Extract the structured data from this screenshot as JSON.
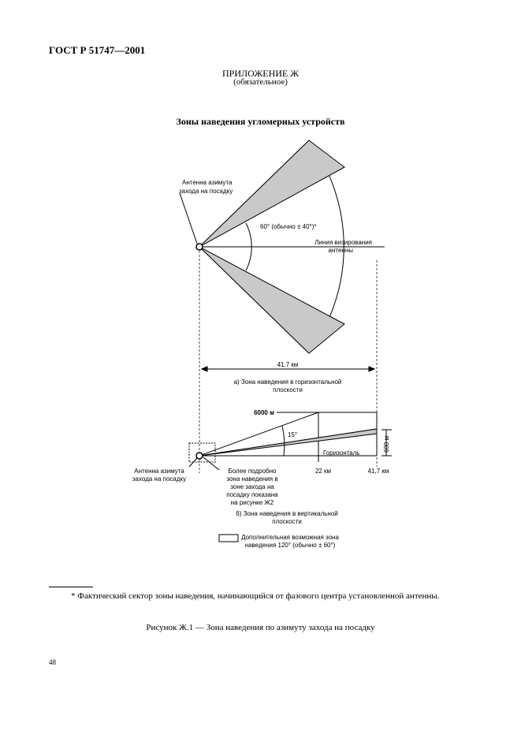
{
  "header": {
    "standard": "ГОСТ Р 51747—2001"
  },
  "appendix": {
    "title": "ПРИЛОЖЕНИЕ Ж",
    "status": "(обязательное)"
  },
  "figure": {
    "title": "Зоны наведения угломерных устройств",
    "top_view": {
      "antenna_label": [
        "Антенна азимута",
        "захода на посадку"
      ],
      "sector_label": "60° (обычно ± 40°)*",
      "centerline_label": [
        "Линия визирования",
        "антенны"
      ],
      "range": "41,7 км",
      "caption": [
        "а) Зона наведения в горизонтальной",
        "плоскости"
      ]
    },
    "side_view": {
      "height_top": "6000 м",
      "angle": "15°",
      "height_low": "600 м",
      "horizon": "Горизонталь",
      "dist_near": "22 км",
      "dist_far": "41,7 км",
      "antenna_label": [
        "Антенна азимута",
        "захода на посадку"
      ],
      "detail_note": [
        "Более подробно",
        "зона наведения в",
        "зоне захода на",
        "посадку показана",
        "на рисунке Ж2"
      ],
      "caption": [
        "б) Зона наведения в вертикальной",
        "плоскости"
      ]
    },
    "legend": [
      "Дополнительная возможная зона",
      "наведения 120° (обычно ± 60°)"
    ]
  },
  "footnote": "* Фактический сектор зоны наведения, начинающийся от фазового центра установленной антенны.",
  "caption": "Рисунок Ж.1 — Зона наведения по азимуту захода на посадку",
  "page_number": "48"
}
